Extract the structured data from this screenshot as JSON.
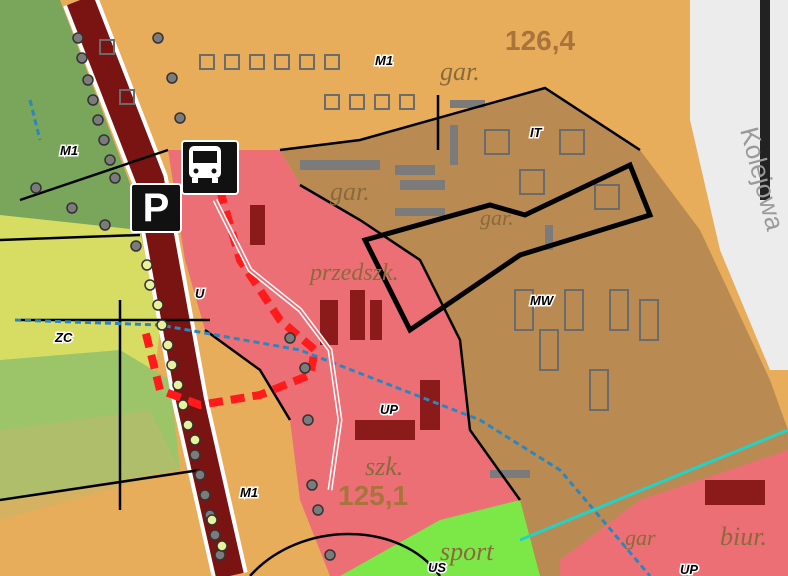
{
  "map": {
    "zone_labels": [
      {
        "id": "m1-top",
        "text": "M1"
      },
      {
        "id": "m1-left",
        "text": "M1"
      },
      {
        "id": "m1-bottom",
        "text": "M1"
      },
      {
        "id": "it",
        "text": "IT"
      },
      {
        "id": "mw",
        "text": "MW"
      },
      {
        "id": "u",
        "text": "U"
      },
      {
        "id": "up",
        "text": "UP"
      },
      {
        "id": "zc",
        "text": "ZC"
      },
      {
        "id": "us",
        "text": "US"
      },
      {
        "id": "up-bottom",
        "text": "UP"
      }
    ],
    "background_labels": [
      {
        "id": "gar-1",
        "text": "gar."
      },
      {
        "id": "gar-2",
        "text": "gar."
      },
      {
        "id": "gar-3",
        "text": "gar."
      },
      {
        "id": "przedszk",
        "text": "przedszk."
      },
      {
        "id": "szk",
        "text": "szk."
      },
      {
        "id": "sport",
        "text": "sport"
      },
      {
        "id": "biur",
        "text": "biur."
      },
      {
        "id": "gar-4",
        "text": "gar"
      }
    ],
    "numbers": [
      {
        "id": "num-126",
        "text": "126,4"
      },
      {
        "id": "num-125",
        "text": "125,1"
      }
    ],
    "street_labels": [
      {
        "id": "kolejowa",
        "text": "Kolejowa"
      }
    ],
    "icons": {
      "parking": "parking-icon",
      "bus": "bus-stop-icon"
    },
    "parking_letter": "P",
    "colors": {
      "residential_m1": "#e8ad5a",
      "multifamily_mw": "#b98b52",
      "service_u": "#ec6f76",
      "green_zc": "#d6dd62",
      "green_strip": "#9cc56a",
      "railway": "#ececec",
      "road_red": "#7a1412",
      "stop_gray": "#7b7b7b",
      "stop_yellow": "#e9f29a",
      "bike_red": "#ff1b1b",
      "water_blue": "#2c86c0",
      "cyan_line": "#23d2c7",
      "sport_green": "#7be848"
    }
  }
}
